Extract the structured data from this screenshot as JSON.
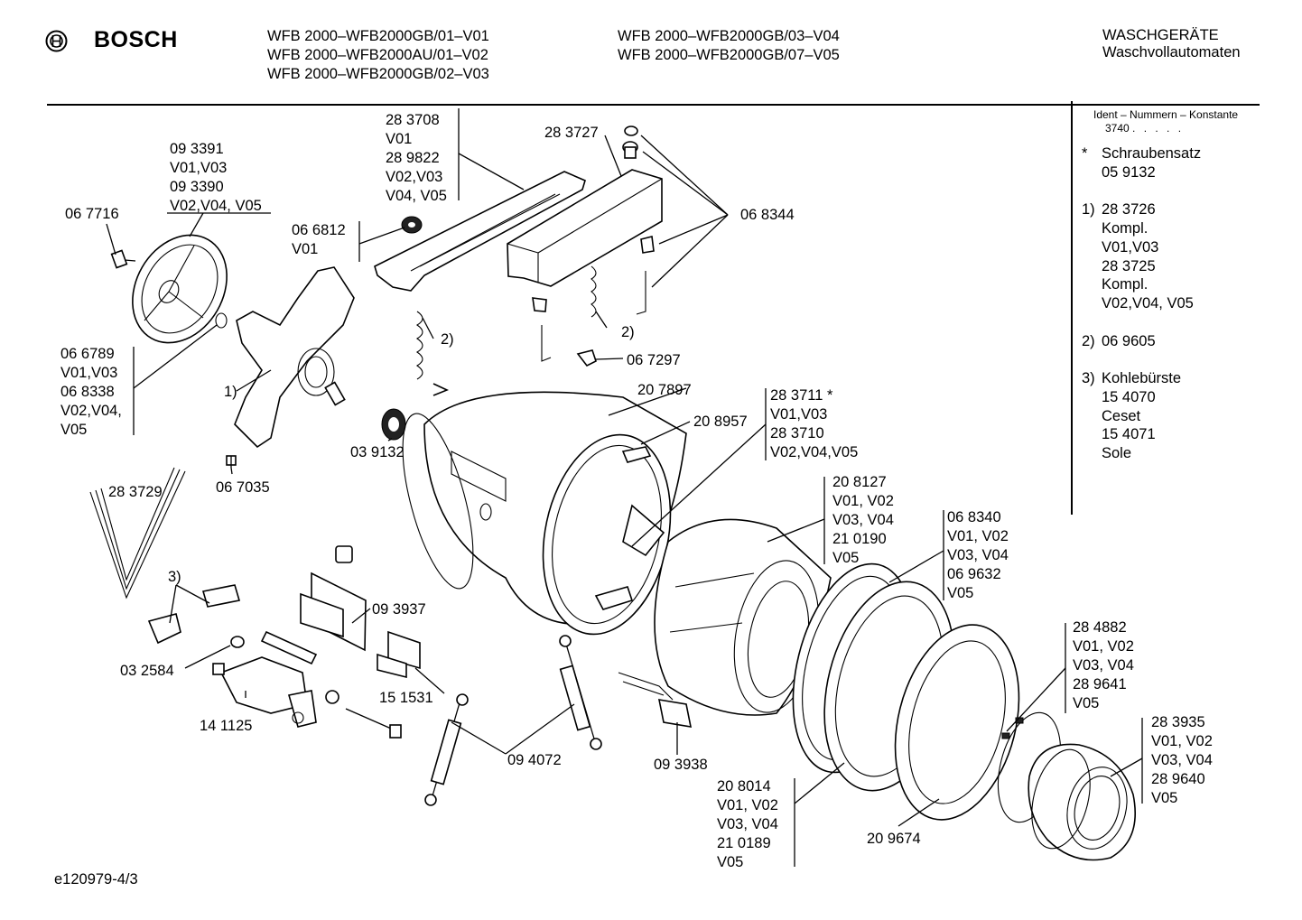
{
  "header": {
    "brand": "BOSCH",
    "models_left": [
      "WFB 2000–WFB2000GB/01–V01",
      "WFB 2000–WFB2000AU/01–V02",
      "WFB 2000–WFB2000GB/02–V03"
    ],
    "models_right": [
      "WFB 2000–WFB2000GB/03–V04",
      "WFB 2000–WFB2000GB/07–V05"
    ],
    "category": [
      "WASCHGERÄTE",
      "Waschvollautomaten"
    ]
  },
  "sidebar": {
    "ident_title": "Ident – Nummern – Konstante",
    "ident_code": "3740",
    "ident_dots": ". . . . .",
    "notes": [
      {
        "mark": "*",
        "lines": [
          "Schraubensatz",
          "05 9132"
        ]
      },
      {
        "mark": "1)",
        "lines": [
          "28 3726",
          "Kompl.",
          "V01,V03",
          "28 3725",
          "Kompl.",
          "V02,V04, V05"
        ]
      },
      {
        "mark": "2)",
        "lines": [
          "06 9605"
        ]
      },
      {
        "mark": "3)",
        "lines": [
          "Kohlebürste",
          "15 4070",
          "Ceset",
          "15 4071",
          "Sole"
        ]
      }
    ]
  },
  "labels": {
    "l093391": [
      "09 3391",
      "V01,V03",
      "09 3390",
      "V02,V04, V05"
    ],
    "l067716": [
      "06 7716"
    ],
    "l283708": [
      "28 3708",
      "V01",
      "28 9822",
      "V02,V03",
      "V04, V05"
    ],
    "l283727": [
      "28 3727"
    ],
    "l066812": [
      "06 6812",
      "V01"
    ],
    "l068344": [
      "06 8344"
    ],
    "l066789": [
      "06 6789",
      "V01,V03",
      "06 8338",
      "V02,V04,",
      "V05"
    ],
    "l1": [
      "1)"
    ],
    "l2a": [
      "2)"
    ],
    "l2b": [
      "2)"
    ],
    "l067297": [
      "06 7297"
    ],
    "l207897": [
      "20 7897"
    ],
    "l283711": [
      "28 3711 *",
      "V01,V03",
      "28 3710",
      "V02,V04,V05"
    ],
    "l208957": [
      "20 8957"
    ],
    "l039132": [
      "03 9132"
    ],
    "l067035": [
      "06 7035"
    ],
    "l283729": [
      "28 3729"
    ],
    "l208127": [
      "20 8127",
      "V01, V02",
      "V03, V04",
      "21 0190",
      "V05"
    ],
    "l068340": [
      "06 8340",
      "V01, V02",
      "V03, V04",
      "06 9632",
      "V05"
    ],
    "l3": [
      "3)"
    ],
    "l093937": [
      "09 3937"
    ],
    "l032584": [
      "03 2584"
    ],
    "l151531": [
      "15 1531"
    ],
    "l141125": [
      "14 1125"
    ],
    "l094072": [
      "09 4072"
    ],
    "l093938": [
      "09 3938"
    ],
    "l284882": [
      "28 4882",
      "V01, V02",
      "V03, V04",
      "28 9641",
      "V05"
    ],
    "l283935": [
      "28 3935",
      "V01, V02",
      "V03, V04",
      "28 9640",
      "V05"
    ],
    "l208014": [
      "20 8014",
      "V01, V02",
      "V03, V04",
      "21 0189",
      "V05"
    ],
    "l209674": [
      "20 9674"
    ]
  },
  "footer": {
    "code": "e120979-4/3"
  }
}
